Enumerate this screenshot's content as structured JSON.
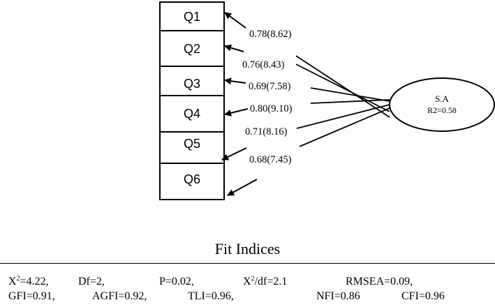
{
  "indicators": [
    {
      "id": "q1",
      "label": "Q1"
    },
    {
      "id": "q2",
      "label": "Q2"
    },
    {
      "id": "q3",
      "label": "Q3"
    },
    {
      "id": "q4",
      "label": "Q4"
    },
    {
      "id": "q5",
      "label": "Q5"
    },
    {
      "id": "q6",
      "label": "Q6"
    }
  ],
  "loadings": [
    {
      "indicator": "Q1",
      "label": "0.78(8.62)"
    },
    {
      "indicator": "Q2",
      "label": "0.76(8.43)"
    },
    {
      "indicator": "Q3",
      "label": "0.69(7.58)"
    },
    {
      "indicator": "Q4",
      "label": "0.80(9.10)"
    },
    {
      "indicator": "Q5",
      "label": "0.71(8.16)"
    },
    {
      "indicator": "Q6",
      "label": "0.68(7.45)"
    }
  ],
  "latent": {
    "name": "S.A",
    "r2": "R2=0.58"
  },
  "fit_indices": {
    "title": "Fit Indices",
    "row1": {
      "chi2": "=4.22,",
      "df": "Df=2,",
      "p": "P=0.02,",
      "chi2df": "/df=2.1",
      "rmsea": "RMSEA=0.09,"
    },
    "row2": {
      "gfi": "GFI=0.91,",
      "agfi": "AGFI=0.92,",
      "tli": "TLI=0.96,",
      "nfi": "NFI=0.86",
      "cfi": "CFI=0.96"
    }
  }
}
